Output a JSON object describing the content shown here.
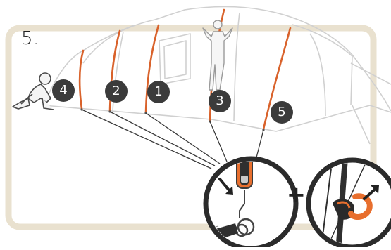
{
  "step": {
    "number_label": "5."
  },
  "pole_badges": [
    {
      "id": "4",
      "label": "4"
    },
    {
      "id": "2",
      "label": "2"
    },
    {
      "id": "1",
      "label": "1"
    },
    {
      "id": "3",
      "label": "3"
    },
    {
      "id": "5",
      "label": "5"
    }
  ],
  "combine_symbol": "+",
  "colors": {
    "frame_beige": "#e9e1cf",
    "pole_orange": "#d9622b",
    "outline_gray": "#cfcfcf",
    "badge_dark": "#3b3b3b",
    "zoom_black": "#2b2b2b"
  },
  "icons": {
    "kneeling_person": "kneeling-person-icon",
    "standing_person": "standing-person-icon",
    "down_arrow": "down-arrow-icon",
    "up_right_arrow": "up-right-arrow-icon"
  }
}
